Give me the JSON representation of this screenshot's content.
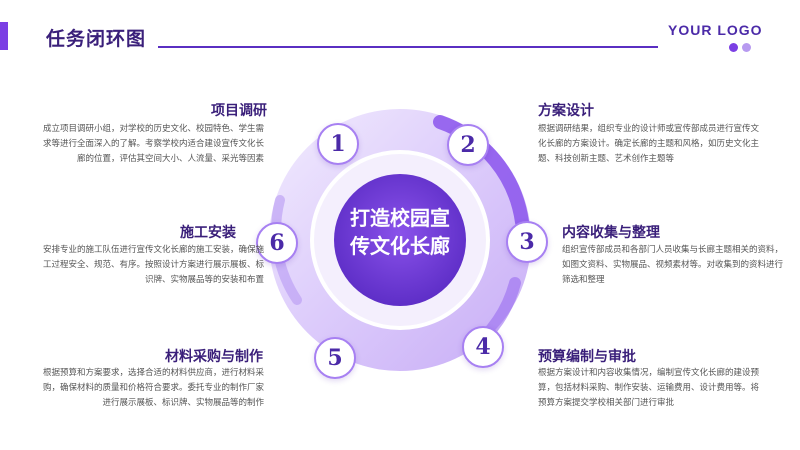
{
  "header": {
    "title": "任务闭环图",
    "logo_text": "YOUR LOGO"
  },
  "center": {
    "line1": "打造校园宣",
    "line2": "传文化长廊"
  },
  "steps": [
    {
      "number": "1",
      "title": "项目调研",
      "text": "成立项目调研小组，对学校的历史文化、校园特色、学生需求等进行全面深入的了解。考察学校内适合建设宣传文化长廊的位置，评估其空间大小、人流量、采光等因素"
    },
    {
      "number": "2",
      "title": "方案设计",
      "text": "根据调研结果，组织专业的设计师或宣传部成员进行宣传文化长廊的方案设计。确定长廊的主题和风格，如历史文化主题、科技创新主题、艺术创作主题等"
    },
    {
      "number": "3",
      "title": "内容收集与整理",
      "text": "组织宣传部成员和各部门人员收集与长廊主题相关的资料，如图文资料、实物展品、视频素材等。对收集到的资料进行筛选和整理"
    },
    {
      "number": "4",
      "title": "预算编制与审批",
      "text": "根据方案设计和内容收集情况，编制宣传文化长廊的建设预算，包括材料采购、制作安装、运输费用、设计费用等。将预算方案提交学校相关部门进行审批"
    },
    {
      "number": "5",
      "title": "材料采购与制作",
      "text": "根据预算和方案要求，选择合适的材料供应商，进行材料采购，确保材料的质量和价格符合要求。委托专业的制作厂家进行展示展板、标识牌、实物展品等的制作"
    },
    {
      "number": "6",
      "title": "施工安装",
      "text": "安排专业的施工队伍进行宣传文化长廊的施工安装，确保施工过程安全、规范、有序。按照设计方案进行展示展板、标识牌、实物展品等的安装和布置"
    }
  ],
  "colors": {
    "primary": "#7b3fe4",
    "deep": "#3a1f7a",
    "light": "#d9c9fb"
  }
}
